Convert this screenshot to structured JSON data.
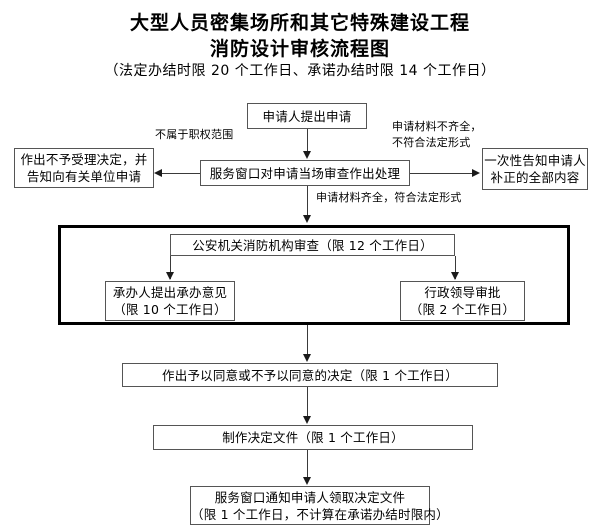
{
  "document": {
    "title_line_1": "大型人员密集场所和其它特殊建设工程",
    "title_line_2": "消防设计审核流程图",
    "subtitle": "（法定办结时限 20 个工作日、承诺办结时限 14 个工作日）"
  },
  "nodes": {
    "applicant_submit": {
      "id": "applicant-submit",
      "line_1": "申请人提出申请"
    },
    "service_window_review": {
      "id": "service-window-review",
      "line_1": "服务窗口对申请当场审查作出处理"
    },
    "reject_acceptance": {
      "id": "reject-acceptance",
      "line_1": "作出不予受理决定，并",
      "line_2": "告知向有关单位申请"
    },
    "one_time_notice": {
      "id": "one-time-notice",
      "line_1": "一次性告知申请人",
      "line_2": "补正的全部内容"
    },
    "fire_agency_review": {
      "id": "fire-agency-review",
      "line_1": "公安机关消防机构审查（限 12 个工作日）"
    },
    "handler_opinion": {
      "id": "handler-opinion",
      "line_1": "承办人提出承办意见",
      "line_2": "（限 10 个工作日）"
    },
    "leader_approval": {
      "id": "leader-approval",
      "line_1": "行政领导审批",
      "line_2": "（限 2 个工作日）"
    },
    "make_decision": {
      "id": "make-decision",
      "line_1": "作出予以同意或不予以同意的决定（限 1 个工作日）"
    },
    "produce_document": {
      "id": "produce-document",
      "line_1": "制作决定文件（限 1 个工作日）"
    },
    "notify_collect": {
      "id": "notify-collect",
      "line_1": "服务窗口通知申请人领取决定文件",
      "line_2": "（限 1 个工作日，不计算在承诺办结时限内）"
    }
  },
  "edge_labels": {
    "out_of_scope": "不属于职权范围",
    "incomplete_line_1": "申请材料不齐全，",
    "incomplete_line_2": "不符合法定形式",
    "complete": "申请材料齐全，符合法定形式"
  },
  "colors": {
    "background": "#ffffff",
    "text": "#000000",
    "box_border": "#555555",
    "group_border": "#000000",
    "connector": "#3a3a3a"
  }
}
